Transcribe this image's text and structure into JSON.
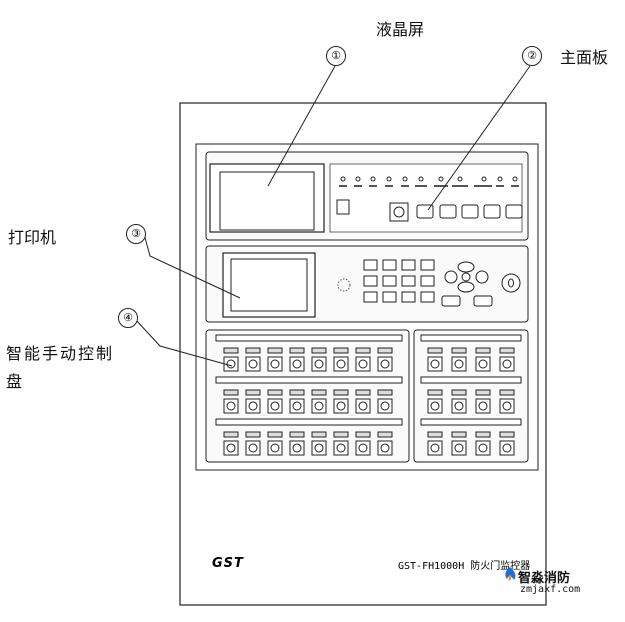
{
  "labels": {
    "lcd": "液晶屏",
    "main_board": "主面板",
    "printer": "打印机",
    "manual_panel": "智能手动控制盘"
  },
  "callouts": [
    "①",
    "②",
    "③",
    "④"
  ],
  "cabinet": {
    "brand": "GST",
    "model": "GST-FH1000H 防火门监控器"
  },
  "watermark": {
    "name": "智淼消防",
    "url": "zmjaxf.com"
  },
  "colors": {
    "line": "#222222",
    "panel_fill": "#f4f4f4",
    "logo_blue": "#1e6fd9",
    "logo_orange": "#f08a1c"
  }
}
